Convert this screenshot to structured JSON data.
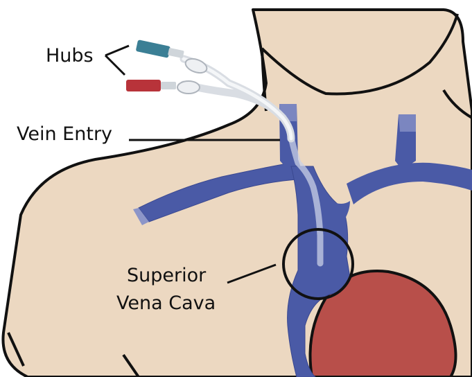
{
  "labels": {
    "hubs": "Hubs",
    "vein_entry": "Vein Entry",
    "svc_line1": "Superior",
    "svc_line2": "Vena Cava"
  },
  "colors": {
    "skin": "#ecd8c1",
    "outline": "#111111",
    "vein": "#4a5aa6",
    "vein_dark": "#3a4890",
    "vein_light": "#8c95c8",
    "heart": "#b84f4a",
    "catheter": "#e8ecf0",
    "hub_blue": "#3b7f95",
    "hub_red": "#b8333a"
  }
}
